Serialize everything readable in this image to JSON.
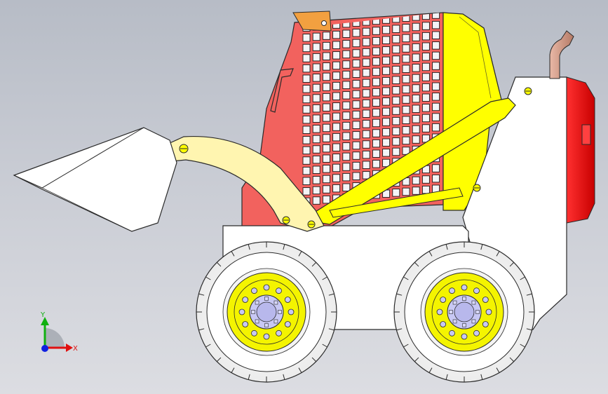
{
  "viewport": {
    "model": "skid-steer-loader",
    "background_top": "#b7bcc6",
    "background_bottom": "#dcdde2"
  },
  "colors": {
    "cab_red": "#f2625e",
    "arm_yellow": "#ffff00",
    "arm_cream": "#fff5b0",
    "body_white": "#ffffff",
    "rim_yellow": "#f4f400",
    "hub_lavender": "#c8c8f4",
    "tail_red": "#e81010",
    "exhaust_copper": "#d9a08c",
    "outline": "#2a2a2a"
  },
  "triad": {
    "x_label": "X",
    "y_label": "Y",
    "x_color": "#e01010",
    "y_color": "#10b010",
    "z_color": "#1020e0"
  }
}
